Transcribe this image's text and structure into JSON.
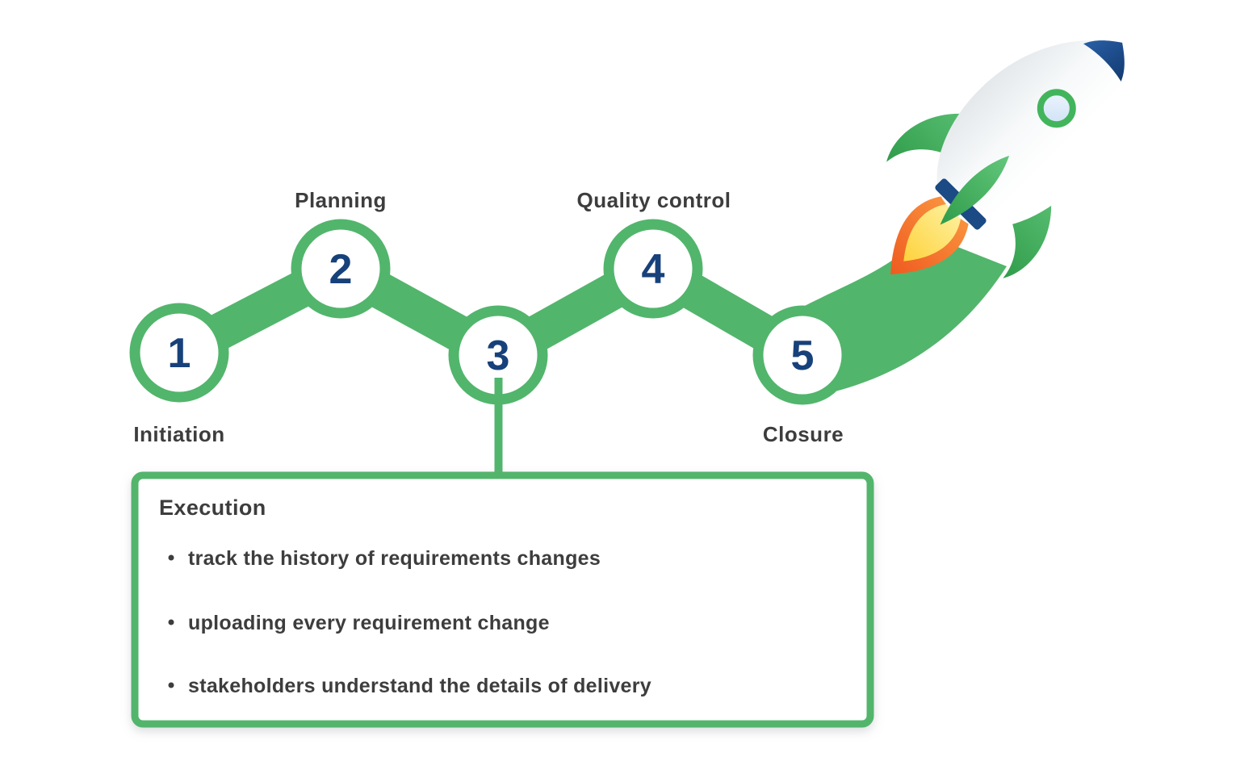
{
  "steps": [
    {
      "number": "1",
      "label": "Initiation",
      "label_position": "below"
    },
    {
      "number": "2",
      "label": "Planning",
      "label_position": "above"
    },
    {
      "number": "3",
      "label": "",
      "label_position": "callout"
    },
    {
      "number": "4",
      "label": "Quality control",
      "label_position": "above"
    },
    {
      "number": "5",
      "label": "Closure",
      "label_position": "below"
    }
  ],
  "callout": {
    "title": "Execution",
    "bullets": [
      "track the history of requirements changes",
      "uploading every requirement change",
      "stakeholders understand the details of delivery"
    ]
  },
  "icons": {
    "rocket": "rocket-illustration"
  },
  "colors": {
    "accent_green": "#52b56c",
    "number_navy": "#17417a",
    "label_gray": "#3d3d3d",
    "nose_navy": "#1c4d8c",
    "flame_orange": "#f3601f",
    "flame_yellow": "#ffd84a",
    "window_blue": "#d9e8f8"
  }
}
